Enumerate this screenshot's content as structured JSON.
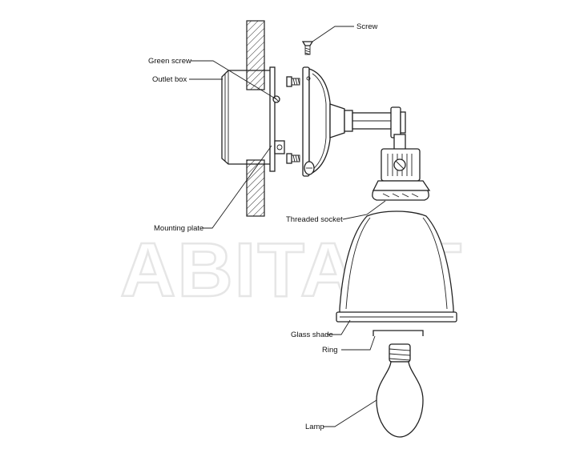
{
  "watermark": "ABITANT",
  "labels": {
    "screw": "Screw",
    "green_screw": "Green screw",
    "outlet_box": "Outlet box",
    "mounting_plate": "Mounting plate",
    "threaded_socket": "Threaded socket",
    "glass_shade": "Glass shade",
    "ring": "Ring",
    "lamp": "Lamp"
  }
}
